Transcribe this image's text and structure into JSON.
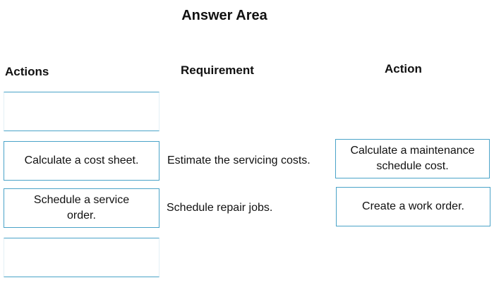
{
  "title": "Answer Area",
  "headers": {
    "actions": "Actions",
    "requirement": "Requirement",
    "action": "Action"
  },
  "actions": [
    "",
    "Calculate a cost sheet.",
    "Schedule a service order.",
    ""
  ],
  "requirements": [
    "Estimate the servicing costs.",
    "Schedule repair jobs."
  ],
  "answers": [
    "Calculate a maintenance schedule cost.",
    "Create a work order."
  ],
  "colors": {
    "border": "#4aa3c8"
  }
}
